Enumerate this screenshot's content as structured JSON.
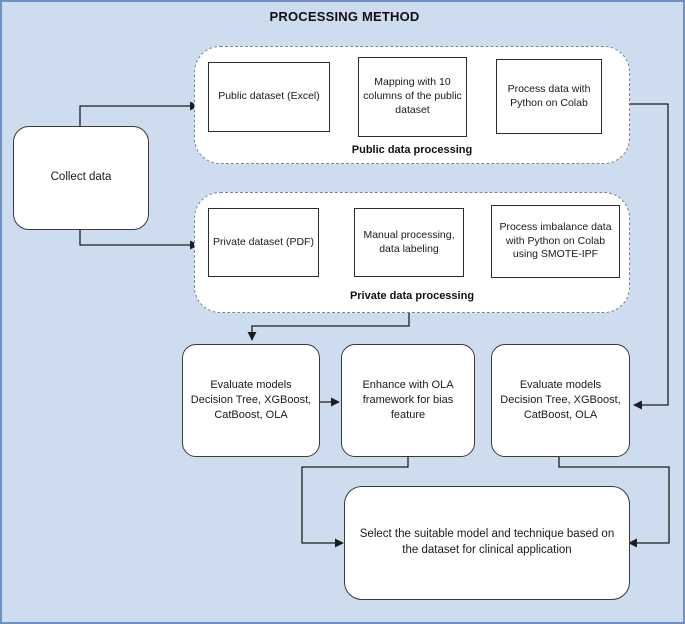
{
  "diagram": {
    "title": "PROCESSING METHOD",
    "accent_border": "#6e90c4",
    "background": "#cedcef",
    "box_fill": "#ffffff",
    "line_color": "#2b2b2b"
  },
  "start": {
    "collect": "Collect data"
  },
  "public_group": {
    "label": "Public data processing",
    "steps": [
      {
        "text": "Public dataset (Excel)"
      },
      {
        "text": "Mapping with 10 columns of the public dataset"
      },
      {
        "text": "Process data with Python on Colab"
      }
    ]
  },
  "private_group": {
    "label": "Private data processing",
    "steps": [
      {
        "text": "Private dataset (PDF)"
      },
      {
        "text": "Manual processing, data labeling"
      },
      {
        "text": "Process imbalance data with Python on Colab using SMOTE-IPF"
      }
    ]
  },
  "analysis": {
    "evaluate_left": "Evaluate models Decision Tree, XGBoost, CatBoost, OLA",
    "enhance": "Enhance with OLA framework for bias feature",
    "evaluate_right": "Evaluate models Decision Tree, XGBoost, CatBoost, OLA"
  },
  "conclusion": {
    "select": "Select the suitable model and technique based on the dataset for clinical application"
  }
}
